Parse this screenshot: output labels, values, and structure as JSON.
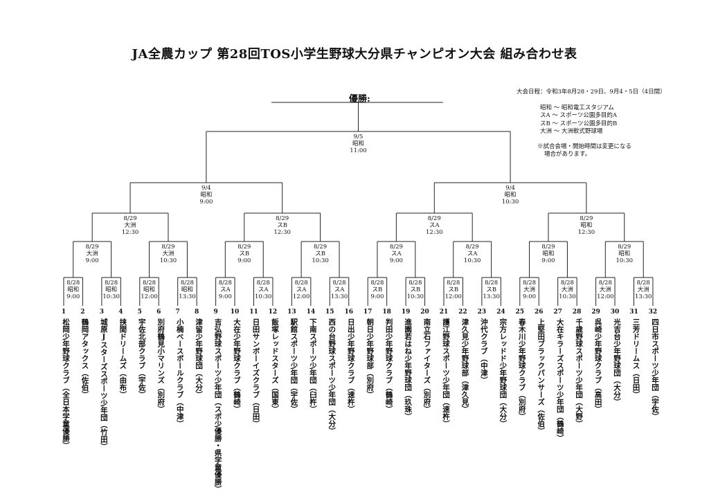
{
  "title": "JA全農カップ 第28回TOS小学生野球大分県チャンピオン大会 組み合わせ表",
  "winner_label": "優勝:",
  "info": {
    "schedule": "大会日程：令和3年8月28・29日、9月4・5日（4日間）",
    "venues": [
      "昭和 〜 昭和電工スタジアム",
      "スA 〜 スポーツ公園多目的A",
      "スB 〜 スポーツ公園多目的B",
      "大洲 〜 大洲軟式野球場"
    ],
    "note_line1": "※試合会場・開始時間は変更になる",
    "note_line2": "場合があります。"
  },
  "matches": {
    "final": [
      "9/5",
      "昭和",
      "11:00"
    ],
    "semis": [
      [
        "9/4",
        "昭和",
        "9:00"
      ],
      [
        "9/4",
        "昭和",
        "10:30"
      ]
    ],
    "quarters": [
      [
        "8/29",
        "大洲",
        "12:30"
      ],
      [
        "8/29",
        "スB",
        "12:30"
      ],
      [
        "8/29",
        "スA",
        "12:30"
      ],
      [
        "8/29",
        "昭和",
        "12:30"
      ]
    ],
    "round2": [
      [
        "8/29",
        "大洲",
        "9:00"
      ],
      [
        "8/29",
        "大洲",
        "10:30"
      ],
      [
        "8/29",
        "スB",
        "9:00"
      ],
      [
        "8/29",
        "スB",
        "10:30"
      ],
      [
        "8/29",
        "スA",
        "9:00"
      ],
      [
        "8/29",
        "スA",
        "10:30"
      ],
      [
        "8/29",
        "昭和",
        "9:00"
      ],
      [
        "8/29",
        "昭和",
        "10:30"
      ]
    ],
    "round1": [
      [
        "8/28",
        "昭和",
        "9:00"
      ],
      [
        "8/28",
        "昭和",
        "10:30"
      ],
      [
        "8/28",
        "昭和",
        "12:00"
      ],
      [
        "8/28",
        "昭和",
        "13:30"
      ],
      [
        "8/28",
        "スA",
        "9:00"
      ],
      [
        "8/28",
        "スA",
        "10:30"
      ],
      [
        "8/28",
        "スA",
        "12:00"
      ],
      [
        "8/28",
        "スA",
        "13:30"
      ],
      [
        "8/28",
        "スB",
        "9:00"
      ],
      [
        "8/28",
        "スB",
        "10:30"
      ],
      [
        "8/28",
        "スB",
        "12:00"
      ],
      [
        "8/28",
        "スB",
        "13:30"
      ],
      [
        "8/28",
        "大洲",
        "9:00"
      ],
      [
        "8/28",
        "大洲",
        "10:30"
      ],
      [
        "8/28",
        "大洲",
        "12:00"
      ],
      [
        "8/28",
        "大洲",
        "13:30"
      ]
    ]
  },
  "teams": [
    {
      "num": "1",
      "name": "松岡少年野球クラブ（全日本学童優勝）"
    },
    {
      "num": "2",
      "name": "鶴岡アタックス（佐伯）"
    },
    {
      "num": "3",
      "name": "城原Jスターズスポーツ少年団（竹田）"
    },
    {
      "num": "4",
      "name": "挟間ドリームズ（由布）"
    },
    {
      "num": "5",
      "name": "宇佐北部クラブ（宇佐）"
    },
    {
      "num": "6",
      "name": "別府鶴見小マリンズ（別府）"
    },
    {
      "num": "7",
      "name": "小楠ベースボールクラブ（中津）"
    },
    {
      "num": "8",
      "name": "津留少年野球団（大分）"
    },
    {
      "num": "9",
      "name": "吉弘野球スポーツ少年団（スポ少優勝・県学童優勝）"
    },
    {
      "num": "10",
      "name": "大在少年野球クラブ（鶴崎）"
    },
    {
      "num": "11",
      "name": "日田サンボーイズクラブ（日田）"
    },
    {
      "num": "12",
      "name": "飯塚レッドスターズ（国東）"
    },
    {
      "num": "13",
      "name": "駅館スポーツ少年団（宇佐）"
    },
    {
      "num": "14",
      "name": "下南スポーツ少年団（臼杵）"
    },
    {
      "num": "15",
      "name": "西の台野球スポーツ少年団（大分）"
    },
    {
      "num": "16",
      "name": "日出少年野球クラブ（速杵）"
    },
    {
      "num": "17",
      "name": "朝日少年野球部（別府）"
    },
    {
      "num": "18",
      "name": "判田少年野球クラブ（鶴崎）"
    },
    {
      "num": "19",
      "name": "進園若はね少年野球団（玖珠）"
    },
    {
      "num": "20",
      "name": "南立石ファイターズ（別府）"
    },
    {
      "num": "21",
      "name": "護江野球スポーツ少年団（速杵）"
    },
    {
      "num": "22",
      "name": "津久見少年野球部（津久見）"
    },
    {
      "num": "23",
      "name": "沖代クラブ（中津）"
    },
    {
      "num": "24",
      "name": "宗方レッドド少年野球団（大分）"
    },
    {
      "num": "25",
      "name": "春木川少年野球クラブ（別府）"
    },
    {
      "num": "26",
      "name": "上堅田ブラックパンサーズ（佐伯）"
    },
    {
      "num": "27",
      "name": "大在キラーズスポーツ少年団（鶴崎）"
    },
    {
      "num": "28",
      "name": "千歳野球スポーツ少年団（大野）"
    },
    {
      "num": "29",
      "name": "呉崎少年野球クラブ（高田）"
    },
    {
      "num": "30",
      "name": "光吉台少年野球団（大分）"
    },
    {
      "num": "31",
      "name": "三芳ドリームス（日田）"
    },
    {
      "num": "32",
      "name": "四日市スポーツ少年団（宇佐）"
    }
  ]
}
